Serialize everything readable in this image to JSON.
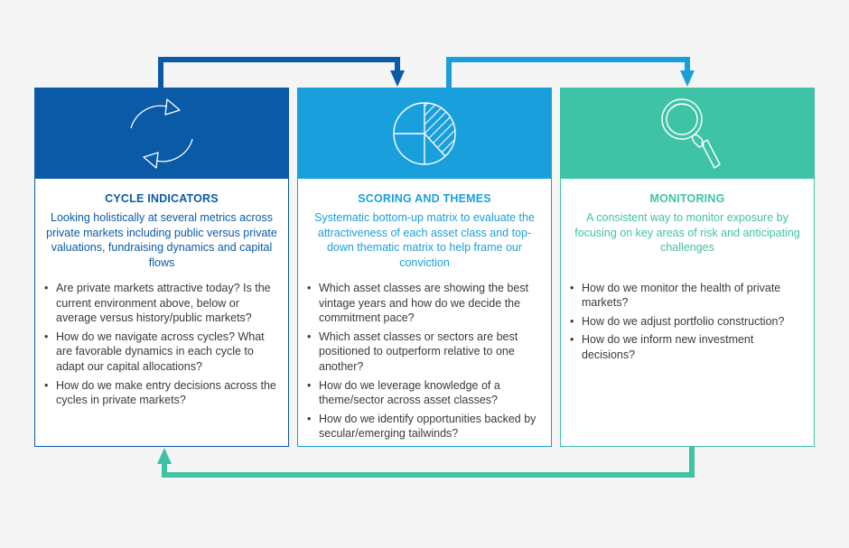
{
  "colors": {
    "dark_blue": "#0a5aa8",
    "light_blue": "#1a9fdd",
    "teal": "#3fc3a7",
    "body_text": "#3a3a3a"
  },
  "cards": [
    {
      "icon": "cycle-arrows-icon",
      "title": "CYCLE INDICATORS",
      "subtitle": "Looking holistically at several metrics across private markets including public versus private valuations, fundraising dynamics and capital flows",
      "bullets": [
        "Are private markets attractive today? Is the current environment above, below or average versus history/public markets?",
        "How do we navigate across cycles? What are favorable dynamics in each cycle to adapt our capital allocations?",
        "How do we make entry decisions across the cycles in private markets?"
      ]
    },
    {
      "icon": "pie-chart-icon",
      "title": "SCORING AND THEMES",
      "subtitle": "Systematic bottom-up matrix to evaluate the attractiveness of each asset class and top-down thematic matrix to help frame our conviction",
      "bullets": [
        "Which asset classes are showing the best vintage years and how do we decide the commitment pace?",
        "Which asset classes or sectors are best positioned to outperform relative to one another?",
        "How do we leverage knowledge of a theme/sector across asset classes?",
        "How do we identify opportunities backed by secular/emerging tailwinds?"
      ]
    },
    {
      "icon": "magnifying-glass-icon",
      "title": "MONITORING",
      "subtitle": "A consistent way to monitor exposure by focusing on key areas of risk and anticipating challenges",
      "bullets": [
        "How do we monitor the health of private markets?",
        "How do we adjust portfolio construction?",
        "How do we inform new investment decisions?"
      ]
    }
  ]
}
